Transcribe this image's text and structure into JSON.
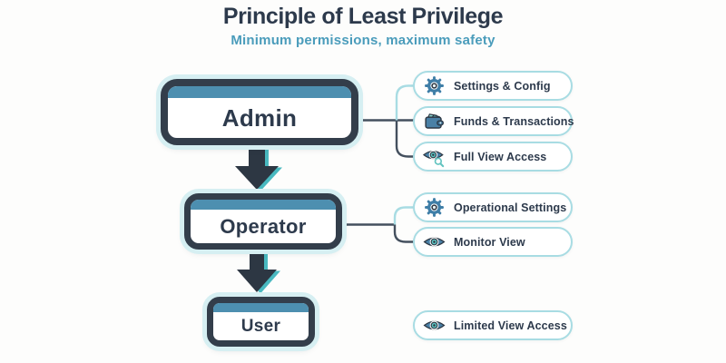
{
  "header": {
    "title": "Principle of Least Privilege",
    "subtitle": "Minimum permissions, maximum safety"
  },
  "colors": {
    "title_text": "#2d3a4c",
    "subtitle_text": "#4a9cbb",
    "box_border": "#333e4b",
    "box_header_strip": "#4d8fb0",
    "box_glow": "#d6eff2",
    "pill_border": "#a8dce3",
    "pill_text": "#2d3a4c",
    "icon_steel_blue": "#4a80a6",
    "icon_teal": "#5bc2c0",
    "connector_dark": "#44505e",
    "connector_teal": "#a8dce3",
    "arrow_dark": "#2d3743",
    "arrow_teal": "#49b9c0"
  },
  "roles": [
    {
      "name": "Admin",
      "permissions": [
        {
          "icon": "gear-icon",
          "label": "Settings & Config"
        },
        {
          "icon": "wallet-icon",
          "label": "Funds & Transactions"
        },
        {
          "icon": "eye-magnifier-icon",
          "label": "Full View Access"
        }
      ]
    },
    {
      "name": "Operator",
      "permissions": [
        {
          "icon": "gear-icon",
          "label": "Operational Settings"
        },
        {
          "icon": "eye-icon",
          "label": "Monitor View"
        }
      ]
    },
    {
      "name": "User",
      "permissions": [
        {
          "icon": "eye-icon",
          "label": "Limited View Access"
        }
      ]
    }
  ]
}
